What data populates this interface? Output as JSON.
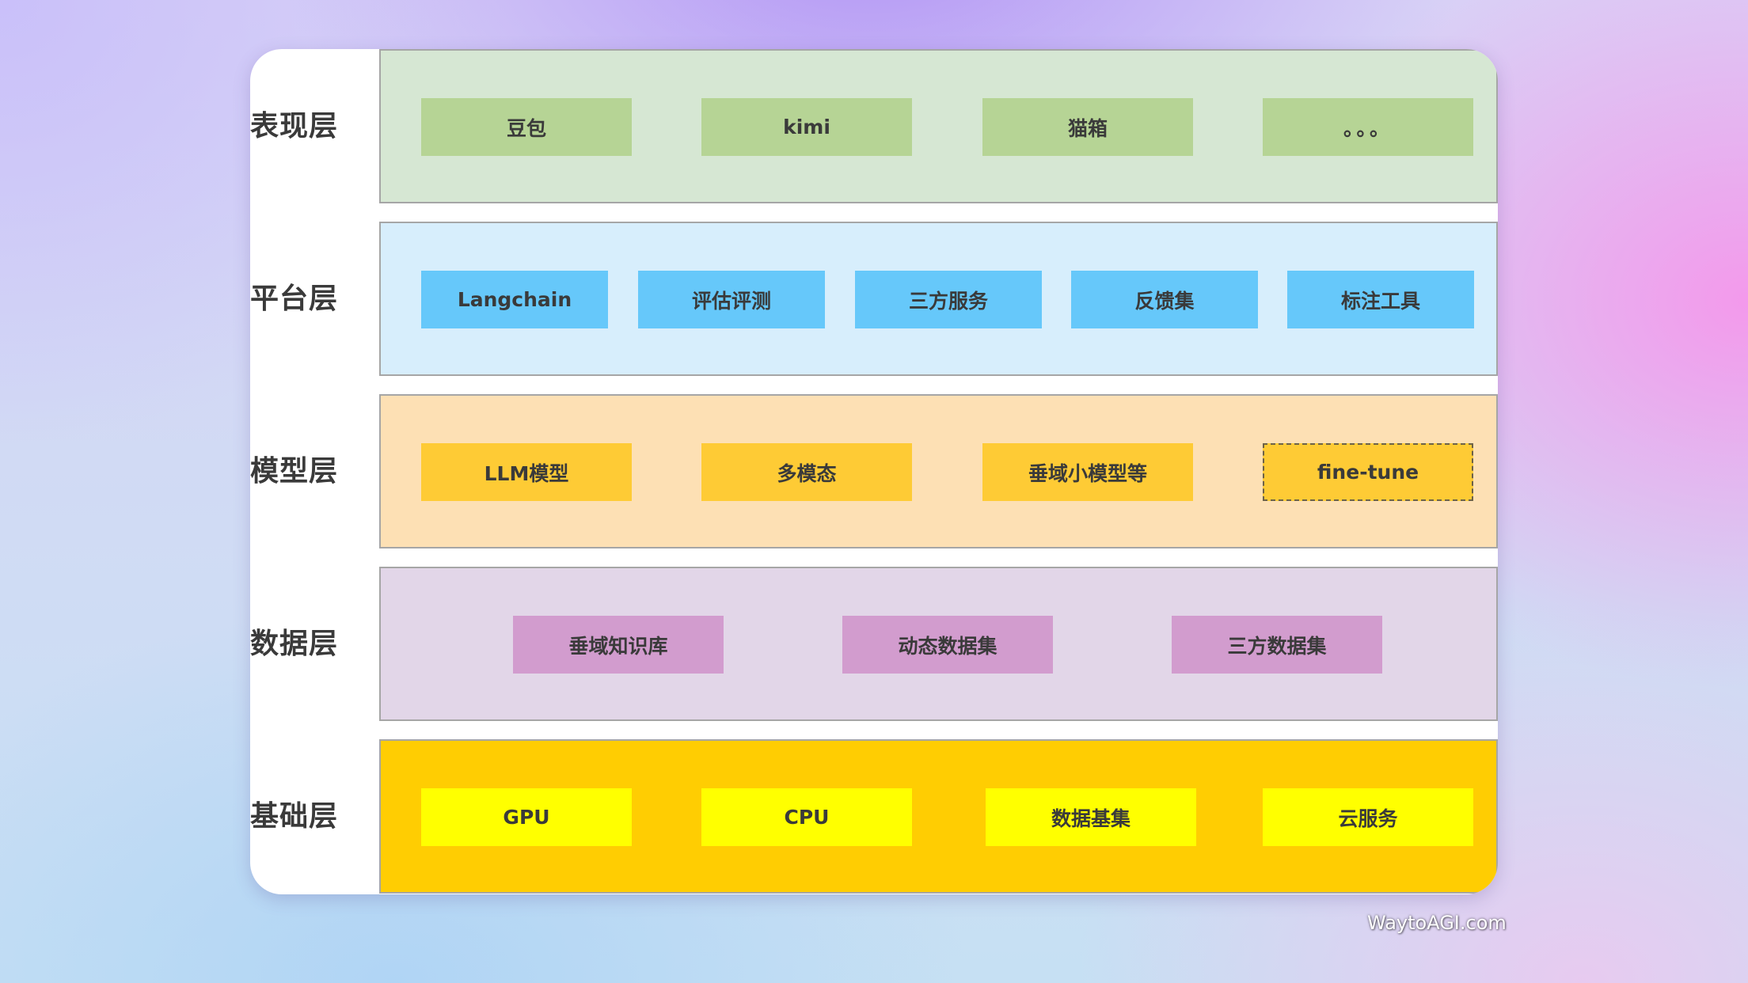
{
  "layers": [
    {
      "label": "表现层",
      "items": [
        "豆包",
        "kimi",
        "猫箱",
        "。。。"
      ]
    },
    {
      "label": "平台层",
      "items": [
        "Langchain",
        "评估评测",
        "三方服务",
        "反馈集",
        "标注工具"
      ]
    },
    {
      "label": "模型层",
      "items": [
        "LLM模型",
        "多模态",
        "垂域小模型等",
        "fine-tune"
      ]
    },
    {
      "label": "数据层",
      "items": [
        "垂域知识库",
        "动态数据集",
        "三方数据集"
      ]
    },
    {
      "label": "基础层",
      "items": [
        "GPU",
        "CPU",
        "数据基集",
        "云服务"
      ]
    }
  ],
  "watermark": "WaytoAGI.com",
  "colors": {
    "presentation_band": "#d6e7d3",
    "presentation_box": "#b6d495",
    "platform_band": "#d7eefc",
    "platform_box": "#66c8fa",
    "model_band": "#fde0b4",
    "model_box": "#fecb35",
    "data_band": "#e2d6e8",
    "data_box": "#d29cce",
    "infra_band": "#ffcd02",
    "infra_box": "#ffff00"
  }
}
